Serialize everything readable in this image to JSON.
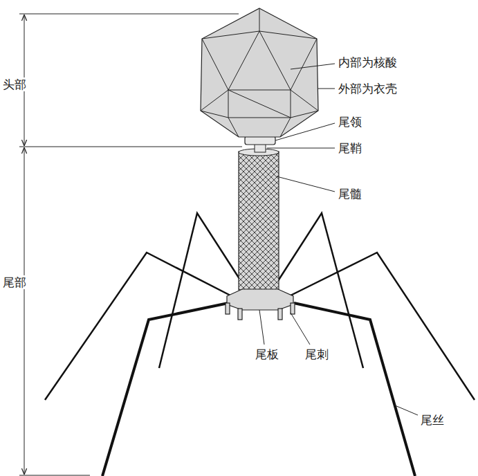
{
  "diagram": {
    "labels": [
      "头部",
      "内部为核酸",
      "外部为衣壳",
      "尾领",
      "尾鞘",
      "尾髓",
      "尾部",
      "尾板",
      "尾刺",
      "尾丝"
    ]
  }
}
